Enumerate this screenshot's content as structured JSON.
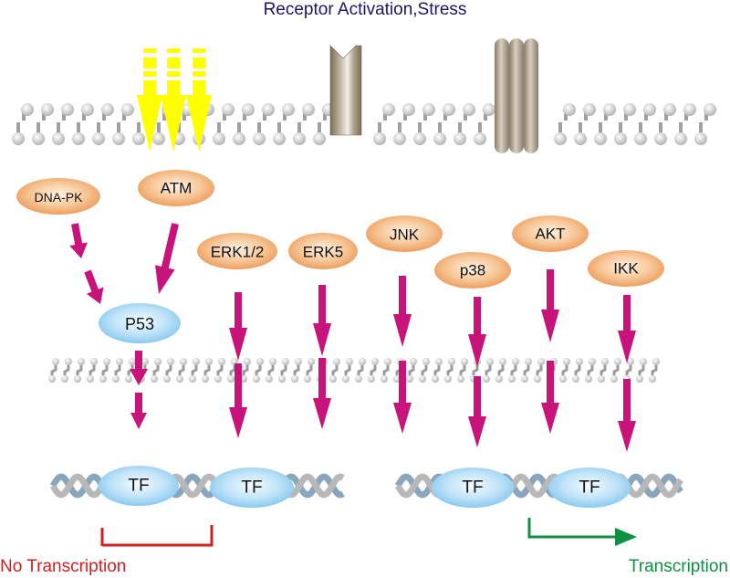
{
  "title": "Receptor Activation,Stress",
  "colors": {
    "title": "#1c1464",
    "kinase_fill": "#f0a060",
    "p53_fill": "#8ccaf0",
    "tf_fill": "#9ad2f2",
    "arrow": "#c8137a",
    "stimulus_arrow": "#ffff00",
    "membrane": "#c0c0c0",
    "receptor": "#9a8c78",
    "dna_strand_a": "#b8b8b8",
    "dna_strand_b": "#8aa6bc",
    "no_transcription": "#d42020",
    "transcription": "#109040"
  },
  "nodes": {
    "dna_pk": "DNA-PK",
    "atm": "ATM",
    "p53": "P53",
    "erk12": "ERK1/2",
    "erk5": "ERK5",
    "jnk": "JNK",
    "p38": "p38",
    "akt": "AKT",
    "ikk": "IKK"
  },
  "transcription_factors": {
    "left": [
      "TF",
      "TF"
    ],
    "right": [
      "TF",
      "TF"
    ]
  },
  "outcomes": {
    "no_transcription": "No Transcription",
    "transcription": "Transcription"
  }
}
